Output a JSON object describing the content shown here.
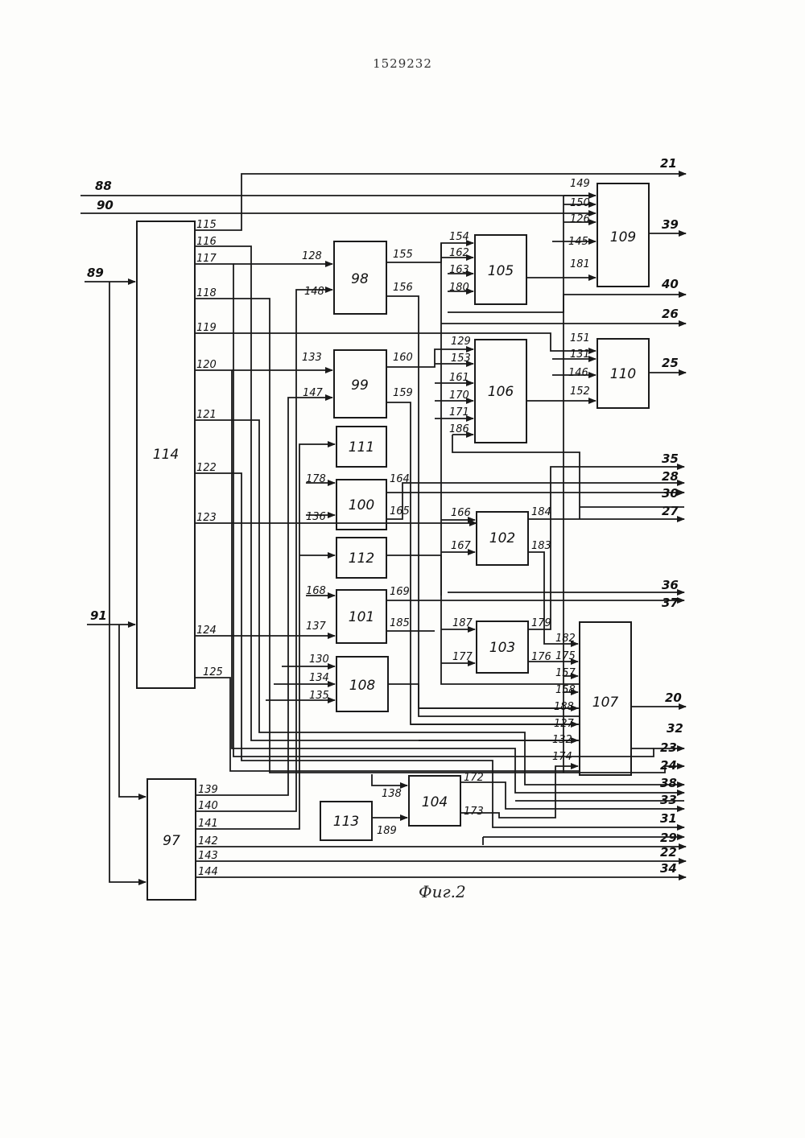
{
  "header": {
    "doc_number": "1529232"
  },
  "caption": "Фиг.2",
  "blocks": [
    {
      "id": "114",
      "label": "114"
    },
    {
      "id": "97",
      "label": "97"
    },
    {
      "id": "98",
      "label": "98"
    },
    {
      "id": "99",
      "label": "99"
    },
    {
      "id": "111",
      "label": "111"
    },
    {
      "id": "100",
      "label": "100"
    },
    {
      "id": "112",
      "label": "112"
    },
    {
      "id": "101",
      "label": "101"
    },
    {
      "id": "108",
      "label": "108"
    },
    {
      "id": "113",
      "label": "113"
    },
    {
      "id": "104",
      "label": "104"
    },
    {
      "id": "105",
      "label": "105"
    },
    {
      "id": "106",
      "label": "106"
    },
    {
      "id": "102",
      "label": "102"
    },
    {
      "id": "103",
      "label": "103"
    },
    {
      "id": "109",
      "label": "109"
    },
    {
      "id": "110",
      "label": "110"
    },
    {
      "id": "107",
      "label": "107"
    }
  ],
  "inputs": [
    "88",
    "90",
    "89",
    "91"
  ],
  "outputs_right": [
    "21",
    "39",
    "40",
    "26",
    "25",
    "35",
    "28",
    "30",
    "27",
    "36",
    "37",
    "20",
    "32",
    "23",
    "24",
    "38",
    "33",
    "31",
    "29",
    "22",
    "34"
  ],
  "labels_114": [
    "115",
    "116",
    "117",
    "118",
    "119",
    "120",
    "121",
    "122",
    "123",
    "124",
    "125"
  ],
  "labels_97": [
    "139",
    "140",
    "141",
    "142",
    "143",
    "144"
  ],
  "labels_middle": [
    "128",
    "148",
    "133",
    "147",
    "178",
    "136",
    "168",
    "137",
    "130",
    "134",
    "135",
    "155",
    "156",
    "160",
    "159",
    "164",
    "165",
    "169",
    "185",
    "138",
    "189",
    "172",
    "173"
  ],
  "labels_105": [
    "154",
    "162",
    "163",
    "180"
  ],
  "labels_106": [
    "129",
    "153",
    "161",
    "170",
    "171",
    "186"
  ],
  "labels_102": [
    "166",
    "167",
    "184",
    "183"
  ],
  "labels_103": [
    "187",
    "177",
    "179",
    "176"
  ],
  "labels_109": [
    "149",
    "150",
    "126",
    "145",
    "181"
  ],
  "labels_110": [
    "151",
    "131",
    "146",
    "152"
  ],
  "labels_107": [
    "182",
    "175",
    "157",
    "158",
    "188",
    "127",
    "132",
    "174"
  ]
}
